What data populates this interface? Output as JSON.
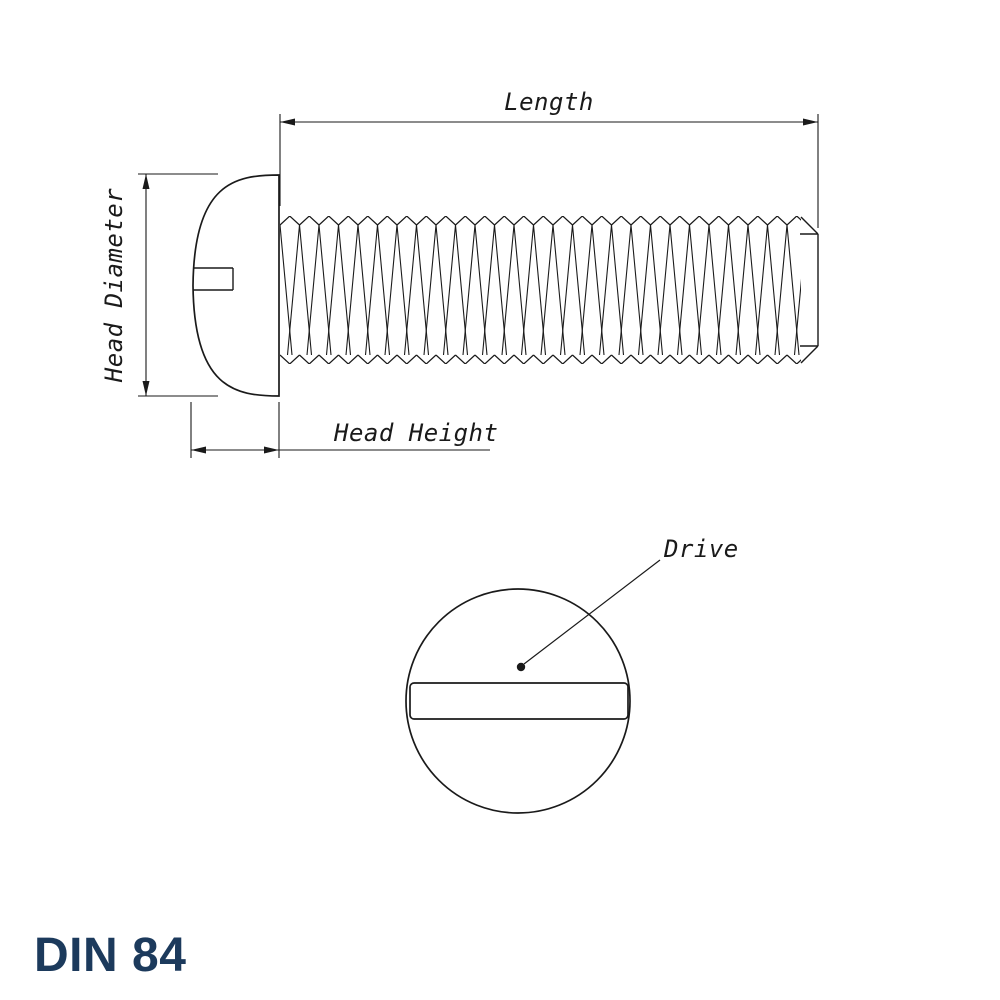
{
  "labels": {
    "length": "Length",
    "head_diameter": "Head Diameter",
    "head_height": "Head Height",
    "drive": "Drive"
  },
  "title": "DIN 84",
  "colors": {
    "line": "#1a1a1a",
    "title": "#1c3a5c"
  }
}
